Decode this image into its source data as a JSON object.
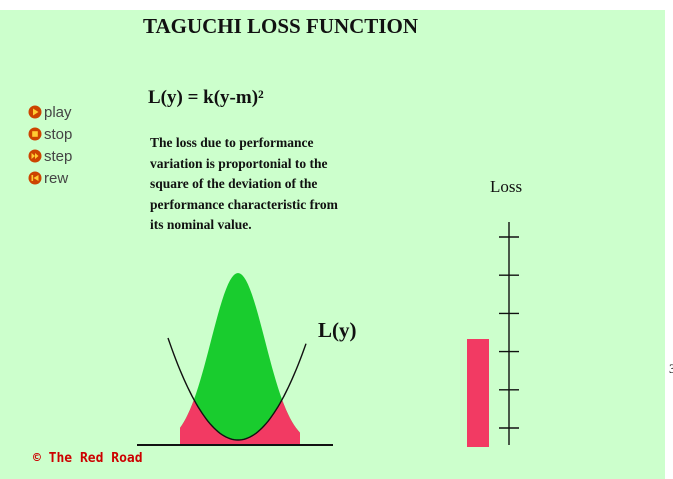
{
  "title": "TAGUCHI LOSS FUNCTION",
  "formula": "L(y) = k(y-m)²",
  "description": [
    "The loss due to performance",
    "variation is proportonial to the",
    "square of the deviation of the",
    "performance characteristic from",
    "its nominal value."
  ],
  "controls": [
    {
      "label": "play",
      "icon": "play-icon"
    },
    {
      "label": "stop",
      "icon": "stop-icon"
    },
    {
      "label": "step",
      "icon": "step-icon"
    },
    {
      "label": "rew",
      "icon": "rewind-icon"
    }
  ],
  "curve_label": "L(y)",
  "loss_axis_label": "Loss",
  "loss_level": 0.48,
  "loss_ticks": 6,
  "copyright": "© The Red Road",
  "edge_mark": "3",
  "colors": {
    "background": "#ccffcc",
    "distribution": "#19cc2e",
    "loss_area": "#f23a63",
    "loss_bar": "#f23a63",
    "control_icon": "#cc4400",
    "copyright": "#cc0000"
  }
}
